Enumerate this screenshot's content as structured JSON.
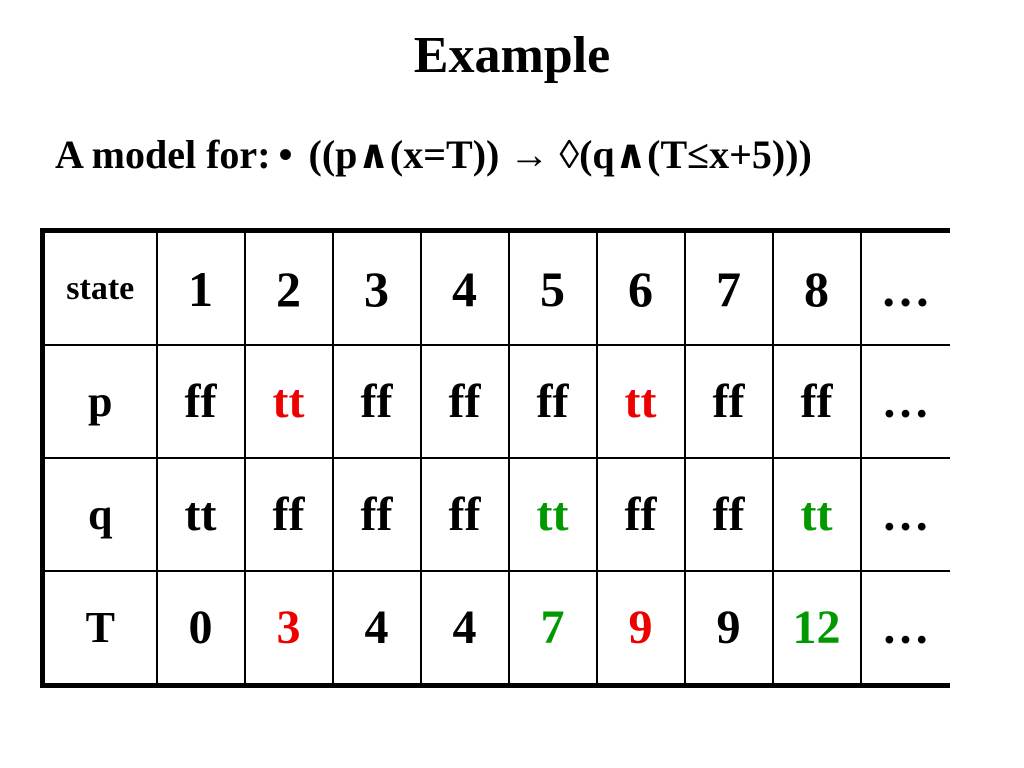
{
  "title": "Example",
  "formula": {
    "prefix": "A model for:",
    "bullet": "•",
    "expression": "((p∧(x=T)) → ◊(q∧(T≤x+5)))"
  },
  "colors": {
    "black": "#000000",
    "red": "#ee0000",
    "green": "#009900"
  },
  "table": {
    "rows": [
      {
        "label": "state",
        "cells": [
          {
            "text": "1",
            "color": "black"
          },
          {
            "text": "2",
            "color": "black"
          },
          {
            "text": "3",
            "color": "black"
          },
          {
            "text": "4",
            "color": "black"
          },
          {
            "text": "5",
            "color": "black"
          },
          {
            "text": "6",
            "color": "black"
          },
          {
            "text": "7",
            "color": "black"
          },
          {
            "text": "8",
            "color": "black"
          },
          {
            "text": "…",
            "color": "black"
          }
        ]
      },
      {
        "label": "p",
        "cells": [
          {
            "text": "ff",
            "color": "black"
          },
          {
            "text": "tt",
            "color": "red"
          },
          {
            "text": "ff",
            "color": "black"
          },
          {
            "text": "ff",
            "color": "black"
          },
          {
            "text": "ff",
            "color": "black"
          },
          {
            "text": "tt",
            "color": "red"
          },
          {
            "text": "ff",
            "color": "black"
          },
          {
            "text": "ff",
            "color": "black"
          },
          {
            "text": "…",
            "color": "black"
          }
        ]
      },
      {
        "label": "q",
        "cells": [
          {
            "text": "tt",
            "color": "black"
          },
          {
            "text": "ff",
            "color": "black"
          },
          {
            "text": "ff",
            "color": "black"
          },
          {
            "text": "ff",
            "color": "black"
          },
          {
            "text": "tt",
            "color": "green"
          },
          {
            "text": "ff",
            "color": "black"
          },
          {
            "text": "ff",
            "color": "black"
          },
          {
            "text": "tt",
            "color": "green"
          },
          {
            "text": "…",
            "color": "black"
          }
        ]
      },
      {
        "label": "T",
        "cells": [
          {
            "text": "0",
            "color": "black"
          },
          {
            "text": "3",
            "color": "red"
          },
          {
            "text": "4",
            "color": "black"
          },
          {
            "text": "4",
            "color": "black"
          },
          {
            "text": "7",
            "color": "green"
          },
          {
            "text": "9",
            "color": "red"
          },
          {
            "text": "9",
            "color": "black"
          },
          {
            "text": "12",
            "color": "green"
          },
          {
            "text": "…",
            "color": "black"
          }
        ]
      }
    ]
  }
}
